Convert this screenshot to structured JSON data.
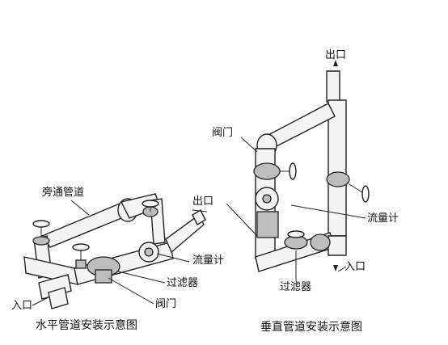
{
  "labels": {
    "bypass_pipe": "旁通管道",
    "h_outlet": "出口",
    "h_flowmeter": "流量计",
    "h_filter": "过滤器",
    "h_valve": "阀门",
    "h_inlet": "入口",
    "v_outlet": "出口",
    "v_valve": "阀门",
    "v_flowmeter": "流量计",
    "v_inlet": "入口",
    "v_filter": "过滤器"
  },
  "captions": {
    "horizontal": "水平管道安装示意图",
    "vertical": "垂直管道安装示意图"
  }
}
